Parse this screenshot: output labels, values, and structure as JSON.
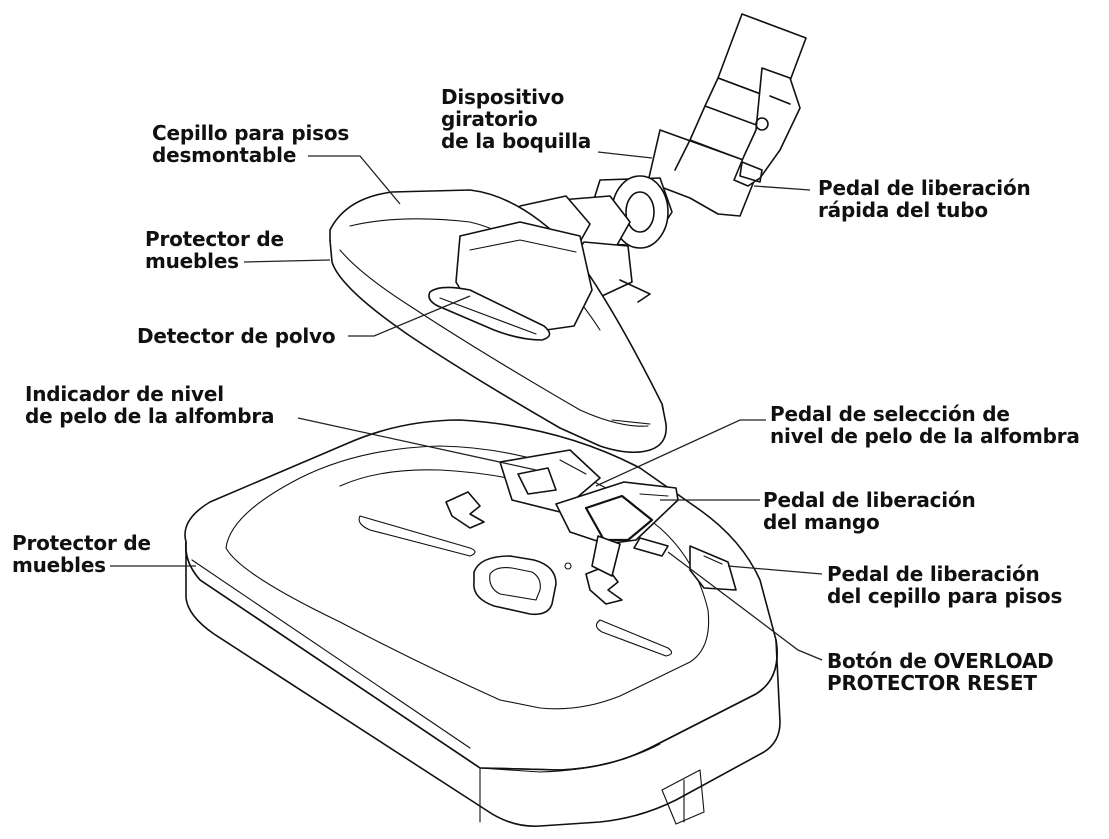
{
  "labels": {
    "swivel": [
      "Dispositivo",
      "giratorio",
      "de la boquilla"
    ],
    "floor_brush": [
      "Cepillo para pisos",
      "desmontable"
    ],
    "wand_release": [
      "Pedal de liberación",
      "rápida del tubo"
    ],
    "furniture_guard_top": [
      "Protector de",
      "muebles"
    ],
    "dirt_sensor": [
      "Detector de polvo"
    ],
    "pile_indicator": [
      "Indicador de nivel",
      "de pelo de la alfombra"
    ],
    "pile_pedal": [
      "Pedal de selección de",
      "nivel de pelo de la alfombra"
    ],
    "handle_release": [
      "Pedal de liberación",
      "del mango"
    ],
    "furniture_guard_bottom": [
      "Protector de",
      "muebles"
    ],
    "brush_release": [
      "Pedal de liberación",
      "del cepillo para pisos"
    ],
    "overload_reset": [
      "Botón de OVERLOAD",
      "PROTECTOR RESET"
    ]
  }
}
